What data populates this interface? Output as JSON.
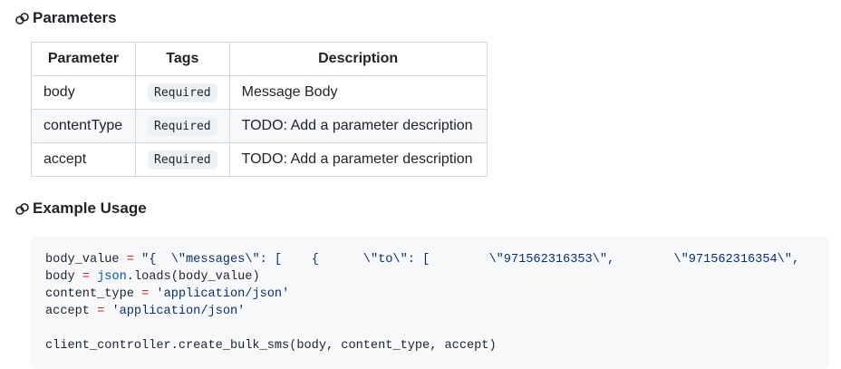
{
  "colors": {
    "text": "#1f2328",
    "operator_red": "#cf222e",
    "string_navy": "#0a3069",
    "builtin_blue": "#0550ae",
    "table_border": "#d0d7de",
    "row_alt_bg": "#f6f8fa",
    "code_bg": "#f6f8fa",
    "badge_bg": "#eef1f4"
  },
  "icons": {
    "heading_anchor": "link-icon"
  },
  "parameters": {
    "heading": "Parameters",
    "table": {
      "headers": [
        "Parameter",
        "Tags",
        "Description"
      ],
      "rows": [
        {
          "parameter": "body",
          "tag": "Required",
          "description": "Message Body"
        },
        {
          "parameter": "contentType",
          "tag": "Required",
          "description": "TODO: Add a parameter description"
        },
        {
          "parameter": "accept",
          "tag": "Required",
          "description": "TODO: Add a parameter description"
        }
      ]
    }
  },
  "example": {
    "heading": "Example Usage",
    "code": {
      "language": "python",
      "lines": [
        [
          {
            "t": "body_value ",
            "c": "plain"
          },
          {
            "t": "=",
            "c": "op"
          },
          {
            "t": " ",
            "c": "plain"
          },
          {
            "t": "\"{  \\\"messages\\\": [    {      \\\"to\\\": [        \\\"971562316353\\\",        \\\"971562316354\\\",",
            "c": "str"
          }
        ],
        [
          {
            "t": "body ",
            "c": "plain"
          },
          {
            "t": "=",
            "c": "op"
          },
          {
            "t": " ",
            "c": "plain"
          },
          {
            "t": "json",
            "c": "builtin"
          },
          {
            "t": ".loads(body_value)",
            "c": "plain"
          }
        ],
        [
          {
            "t": "content_type ",
            "c": "plain"
          },
          {
            "t": "=",
            "c": "op"
          },
          {
            "t": " ",
            "c": "plain"
          },
          {
            "t": "'application/json'",
            "c": "str"
          }
        ],
        [
          {
            "t": "accept ",
            "c": "plain"
          },
          {
            "t": "=",
            "c": "op"
          },
          {
            "t": " ",
            "c": "plain"
          },
          {
            "t": "'application/json'",
            "c": "str"
          }
        ],
        [],
        [
          {
            "t": "client_controller.create_bulk_sms(body, content_type, accept)",
            "c": "plain"
          }
        ]
      ]
    }
  }
}
